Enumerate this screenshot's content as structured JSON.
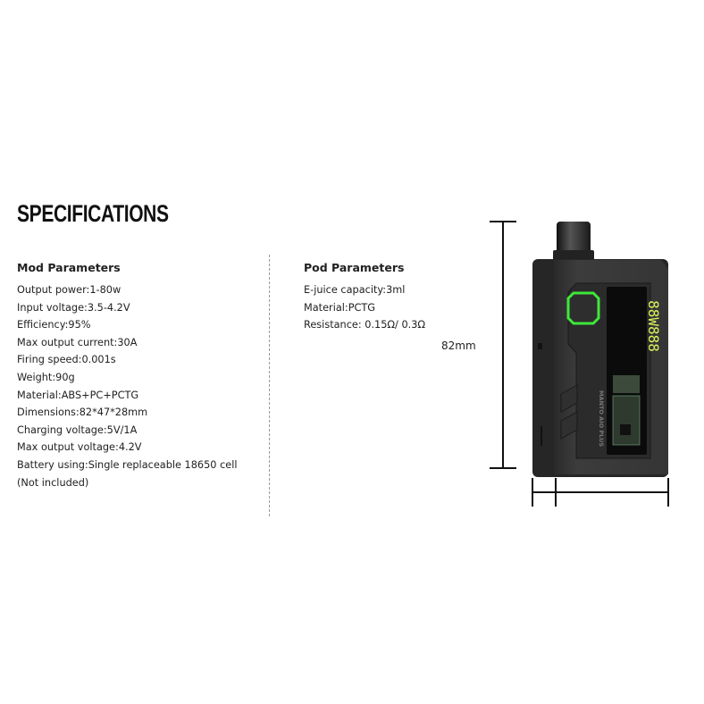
{
  "title": "SPECIFICATIONS",
  "mod": {
    "heading": "Mod Parameters",
    "items": [
      "Output power:1-80w",
      "Input voltage:3.5-4.2V",
      "Efficiency:95%",
      "Max output current:30A",
      "Firing speed:0.001s",
      "Weight:90g",
      "Material:ABS+PC+PCTG",
      "Dimensions:82*47*28mm",
      "Charging voltage:5V/1A",
      "Max output voltage:4.2V",
      "Battery using:Single replaceable 18650 cell",
      "(Not included)"
    ]
  },
  "pod": {
    "heading": "Pod Parameters",
    "items": [
      "E-juice capacity:3ml",
      "Material:PCTG",
      "Resistance: 0.15Ω/ 0.3Ω"
    ]
  },
  "dimension_label": "82mm",
  "device": {
    "brand_text": "MANTO AIO PLUS",
    "accent_color": "#3ee83a",
    "display_color": "#d9f25a"
  }
}
